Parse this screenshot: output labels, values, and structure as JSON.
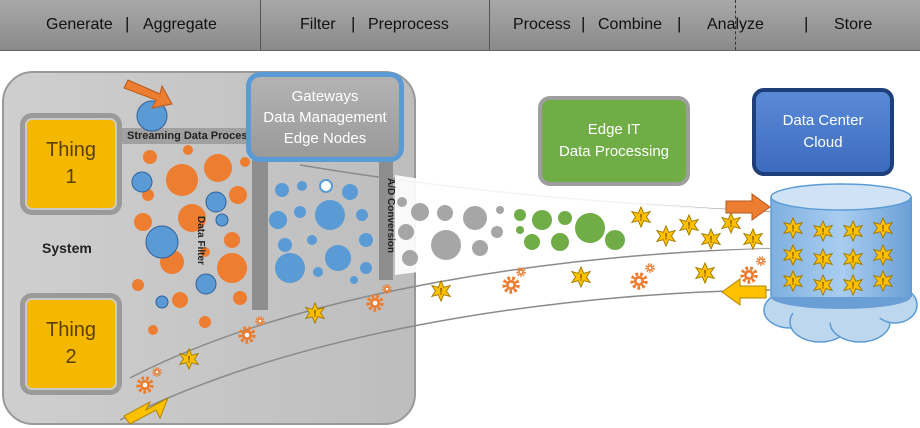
{
  "stages": {
    "generate": "Generate",
    "aggregate": "Aggregate",
    "filter": "Filter",
    "preprocess": "Preprocess",
    "process": "Process",
    "combine": "Combine",
    "analyze": "Analyze",
    "store": "Store",
    "separator": "|"
  },
  "system": {
    "label": "System",
    "thing1": {
      "line1": "Thing",
      "line2": "1"
    },
    "thing2": {
      "line1": "Thing",
      "line2": "2"
    },
    "streaming_label": "Streaming Data Processor",
    "data_filter_label": "Data Filter",
    "ad_conversion_label": "A/D Conversion"
  },
  "gateway": {
    "line1": "Gateways",
    "line2": "Data Management",
    "line3": "Edge Nodes"
  },
  "edge_it": {
    "line1": "Edge IT",
    "line2": "Data Processing"
  },
  "data_center": {
    "line1": "Data Center",
    "line2": "Cloud"
  },
  "colors": {
    "orange": "#ed7d31",
    "blue": "#5b9bd5",
    "gray": "#a6a6a6",
    "green": "#70ad47",
    "yellow": "#ffc000",
    "gateway_border": "#5b9bd5",
    "data_center_fill": "#4472c4"
  },
  "icons": [
    "arrow-icon",
    "alert-star-icon",
    "gear-icon",
    "cylinder-icon",
    "cloud-icon"
  ]
}
